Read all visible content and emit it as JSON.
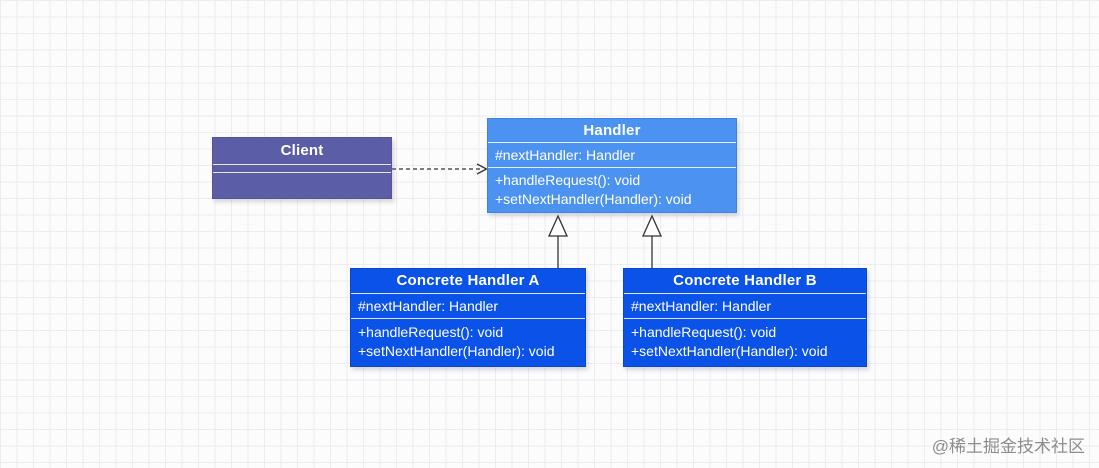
{
  "diagram": {
    "type": "uml-class-diagram",
    "classes": [
      {
        "id": "client",
        "title": "Client",
        "attributes": [],
        "methods": [],
        "fill": "#5b5ea6"
      },
      {
        "id": "handler",
        "title": "Handler",
        "attributes": [
          "#nextHandler: Handler"
        ],
        "methods": [
          "+handleRequest(): void",
          "+setNextHandler(Handler): void"
        ],
        "fill": "#4c92f1"
      },
      {
        "id": "concrete-handler-a",
        "title": "Concrete Handler A",
        "attributes": [
          "#nextHandler: Handler"
        ],
        "methods": [
          "+handleRequest(): void",
          "+setNextHandler(Handler): void"
        ],
        "fill": "#0b52e8"
      },
      {
        "id": "concrete-handler-b",
        "title": "Concrete Handler B",
        "attributes": [
          "#nextHandler: Handler"
        ],
        "methods": [
          "+handleRequest(): void",
          "+setNextHandler(Handler): void"
        ],
        "fill": "#0b52e8"
      }
    ],
    "relations": [
      {
        "type": "dashed-dependency-arrow",
        "from": "Client",
        "to": "Handler"
      },
      {
        "type": "generalization-hollow-triangle",
        "from": "Concrete Handler A",
        "to": "Handler"
      },
      {
        "type": "generalization-hollow-triangle",
        "from": "Concrete Handler B",
        "to": "Handler"
      }
    ],
    "edge_color": "#333333",
    "grid_color": "#ededf1",
    "background_color": "#fcfcfd"
  },
  "watermark": {
    "text": "@稀土掘金技术社区",
    "color": "#8d8d8d"
  }
}
